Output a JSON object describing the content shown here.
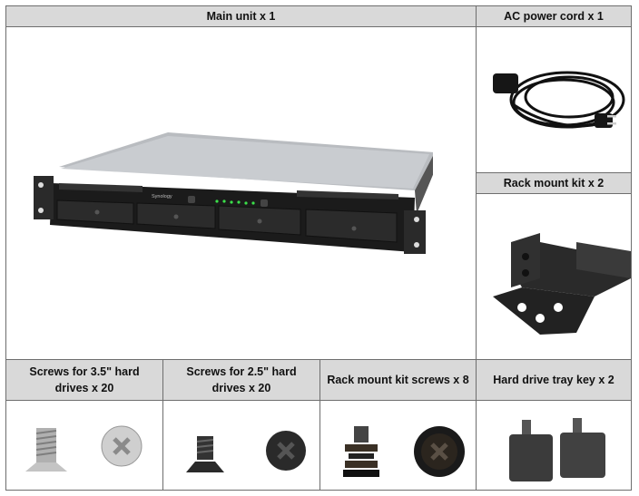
{
  "table": {
    "main_unit": {
      "label": "Main unit x 1",
      "brand": "Synology"
    },
    "power_cord": {
      "label": "AC power cord x 1"
    },
    "rack_kit": {
      "label": "Rack mount kit x 2"
    },
    "screws_35": {
      "label_line1": "Screws for 3.5\" hard",
      "label_line2": "drives x 20"
    },
    "screws_25": {
      "label_line1": "Screws for 2.5\" hard",
      "label_line2": "drives x 20"
    },
    "rack_screws": {
      "label": "Rack mount kit screws x 8"
    },
    "tray_key": {
      "label": "Hard drive tray key x 2"
    }
  }
}
